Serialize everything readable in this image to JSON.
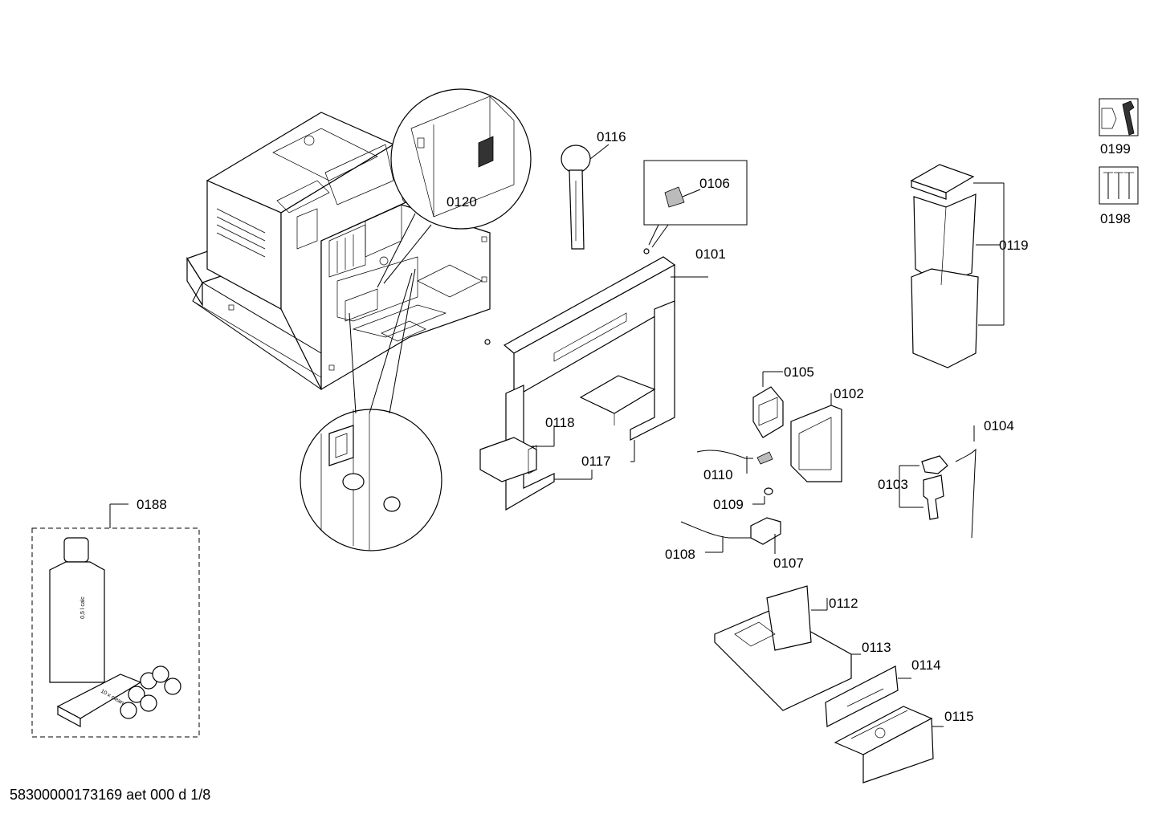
{
  "parts": [
    {
      "id": "p0116",
      "label": "0116"
    },
    {
      "id": "p0106",
      "label": "0106"
    },
    {
      "id": "p0120",
      "label": "0120"
    },
    {
      "id": "p0101",
      "label": "0101"
    },
    {
      "id": "p0119",
      "label": "0119"
    },
    {
      "id": "p0199",
      "label": "0199"
    },
    {
      "id": "p0198",
      "label": "0198"
    },
    {
      "id": "p0105",
      "label": "0105"
    },
    {
      "id": "p0102",
      "label": "0102"
    },
    {
      "id": "p0104",
      "label": "0104"
    },
    {
      "id": "p0118",
      "label": "0118"
    },
    {
      "id": "p0117",
      "label": "0117"
    },
    {
      "id": "p0110",
      "label": "0110"
    },
    {
      "id": "p0103",
      "label": "0103"
    },
    {
      "id": "p0109",
      "label": "0109"
    },
    {
      "id": "p0108",
      "label": "0108"
    },
    {
      "id": "p0107",
      "label": "0107"
    },
    {
      "id": "p0188",
      "label": "0188"
    },
    {
      "id": "p0112",
      "label": "0112"
    },
    {
      "id": "p0113",
      "label": "0113"
    },
    {
      "id": "p0114",
      "label": "0114"
    },
    {
      "id": "p0115",
      "label": "0115"
    }
  ],
  "product_text": {
    "bottle": "0,5 l calc",
    "tablets": "10 x clean"
  },
  "footer": "58300000173169 aet 000 d 1/8"
}
